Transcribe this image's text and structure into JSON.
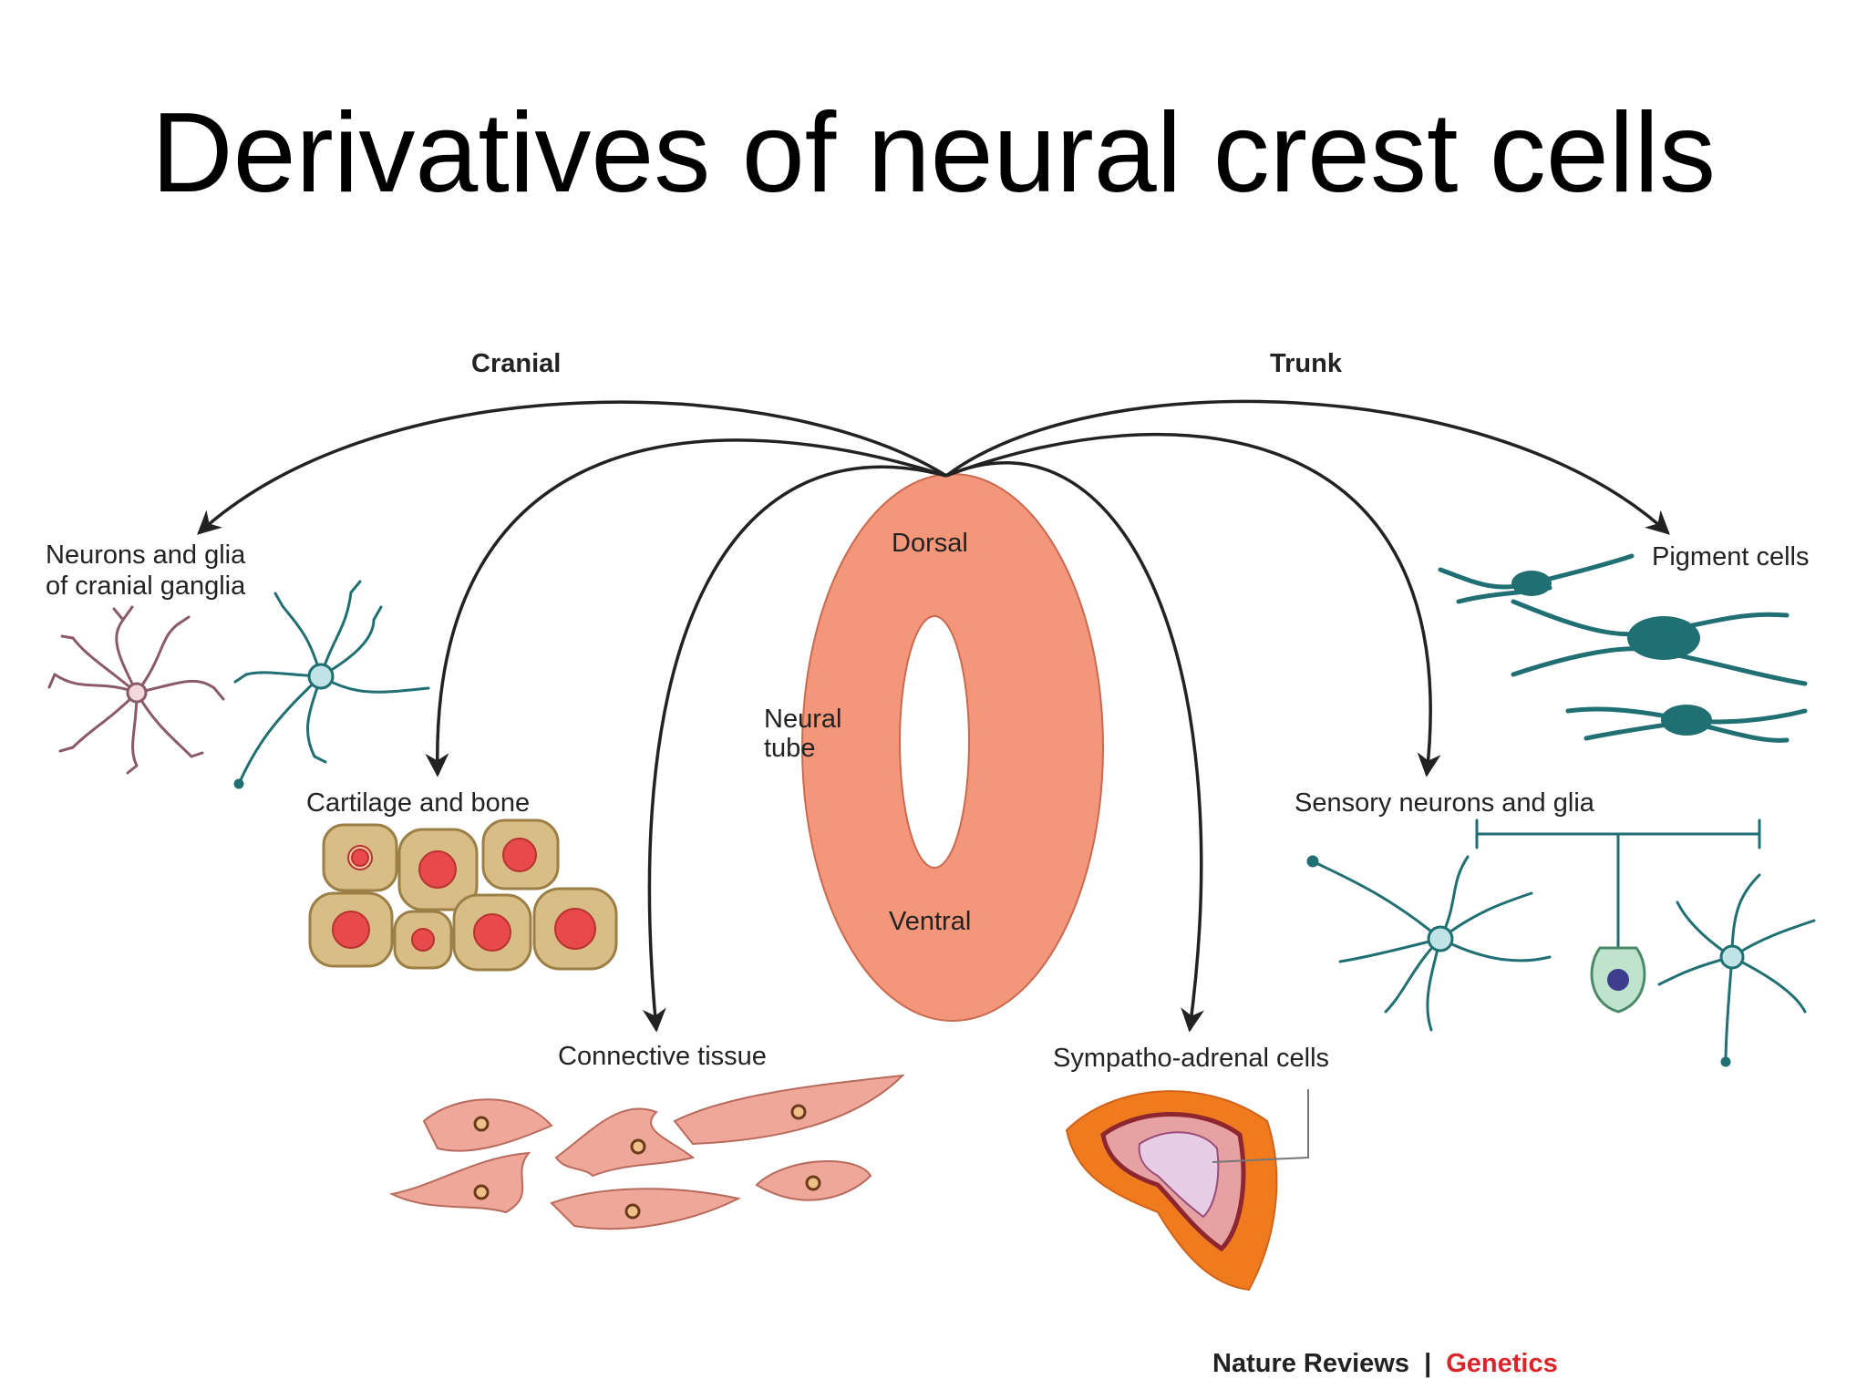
{
  "title": "Derivatives of neural crest cells",
  "branches": {
    "cranial": "Cranial",
    "trunk": "Trunk"
  },
  "neural_tube": {
    "label_line1": "Neural",
    "label_line2": "tube",
    "dorsal": "Dorsal",
    "ventral": "Ventral",
    "fill_color": "#F4967A"
  },
  "derivatives": {
    "cranial_ganglia_line1": "Neurons and glia",
    "cranial_ganglia_line2": "of cranial ganglia",
    "cartilage_bone": "Cartilage and bone",
    "connective_tissue": "Connective tissue",
    "sympatho_adrenal": "Sympatho-adrenal cells",
    "sensory_neurons": "Sensory neurons and glia",
    "pigment_cells": "Pigment cells"
  },
  "credit": {
    "journal": "Nature Reviews",
    "separator": "|",
    "section": "Genetics",
    "section_color": "#D9252B"
  },
  "colors": {
    "arrow": "#222222",
    "teal": "#1F6F73",
    "cartilage": "#D8BE86",
    "connective": "#EFA79A",
    "adrenal_outer": "#F07B1E"
  }
}
